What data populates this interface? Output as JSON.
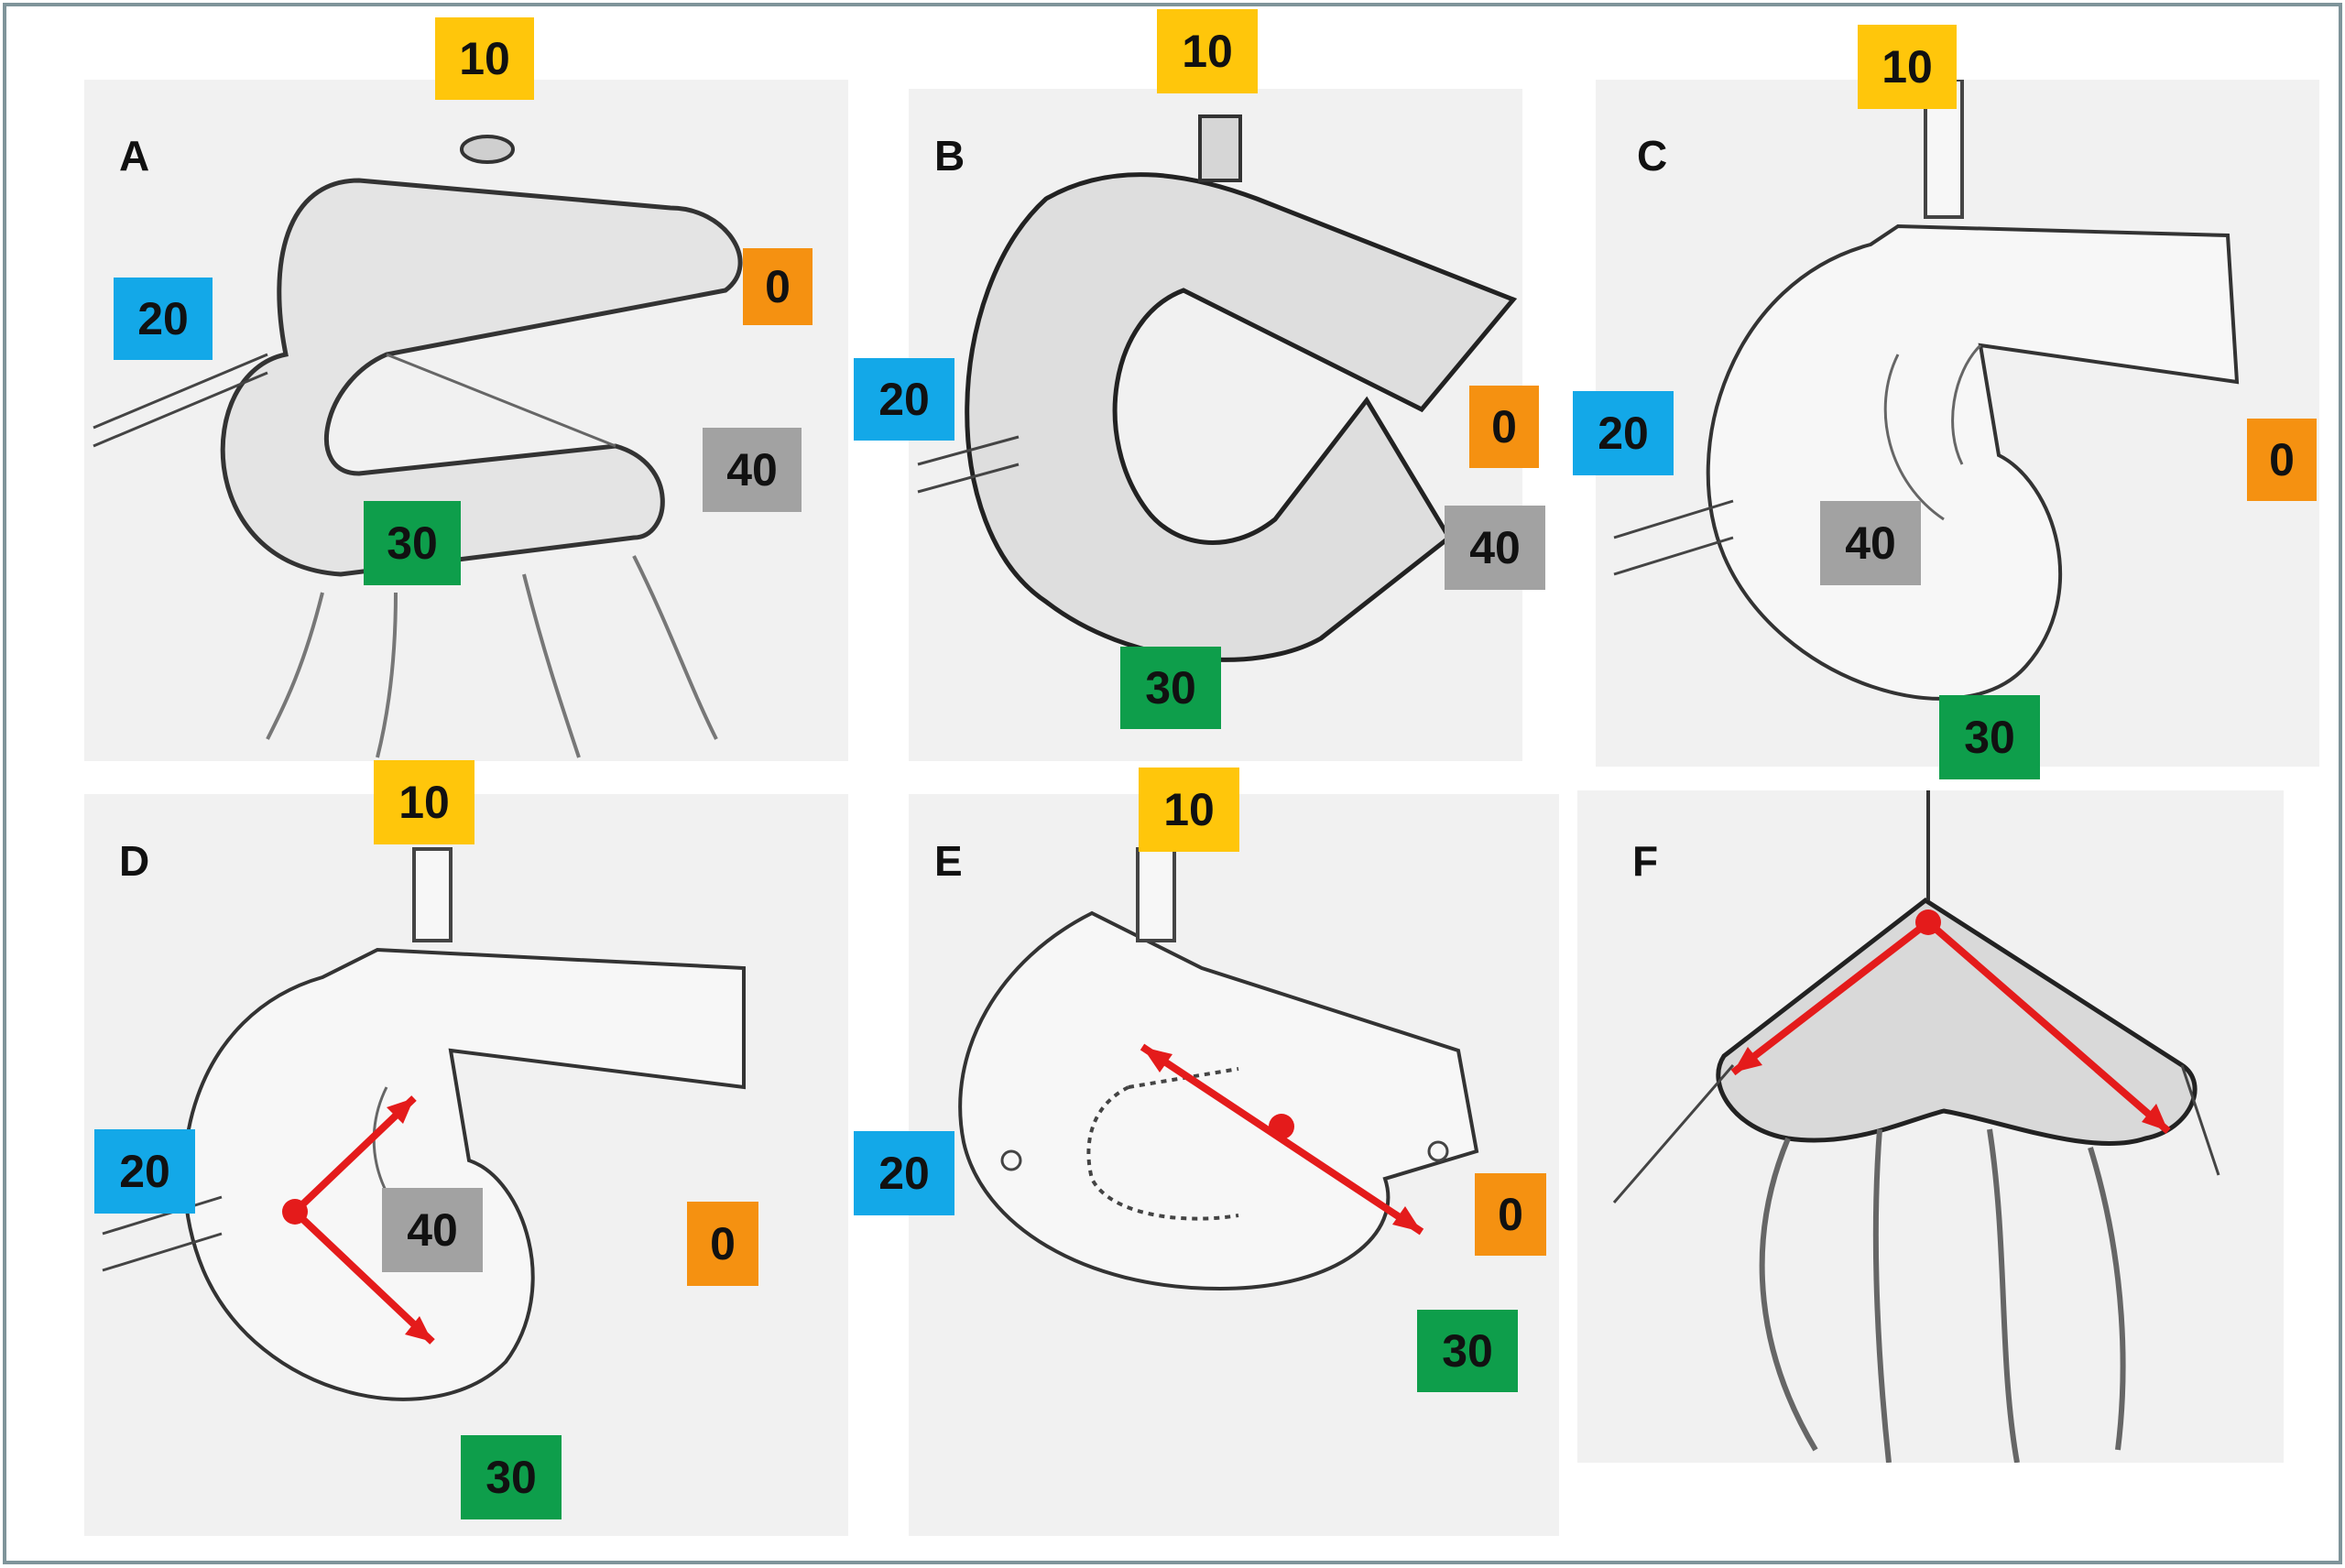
{
  "colors": {
    "frame": "#7f949a",
    "segment_10": "#ffc60b",
    "segment_0": "#f59111",
    "segment_20": "#13a8e8",
    "segment_30": "#0e9e4b",
    "segment_40": "#a2a2a2",
    "arrow": "#e41b1b"
  },
  "panels": [
    {
      "label": "A",
      "markers": {
        "m10": "10",
        "m0": "0",
        "m20": "20",
        "m30": "30",
        "m40": "40"
      }
    },
    {
      "label": "B",
      "markers": {
        "m10": "10",
        "m0": "0",
        "m20": "20",
        "m30": "30",
        "m40": "40"
      }
    },
    {
      "label": "C",
      "markers": {
        "m10": "10",
        "m0": "0",
        "m20": "20",
        "m30": "30",
        "m40": "40"
      }
    },
    {
      "label": "D",
      "markers": {
        "m10": "10",
        "m0": "0",
        "m20": "20",
        "m30": "30",
        "m40": "40"
      }
    },
    {
      "label": "E",
      "markers": {
        "m10": "10",
        "m0": "0",
        "m20": "20",
        "m30": "30"
      }
    },
    {
      "label": "F"
    }
  ]
}
